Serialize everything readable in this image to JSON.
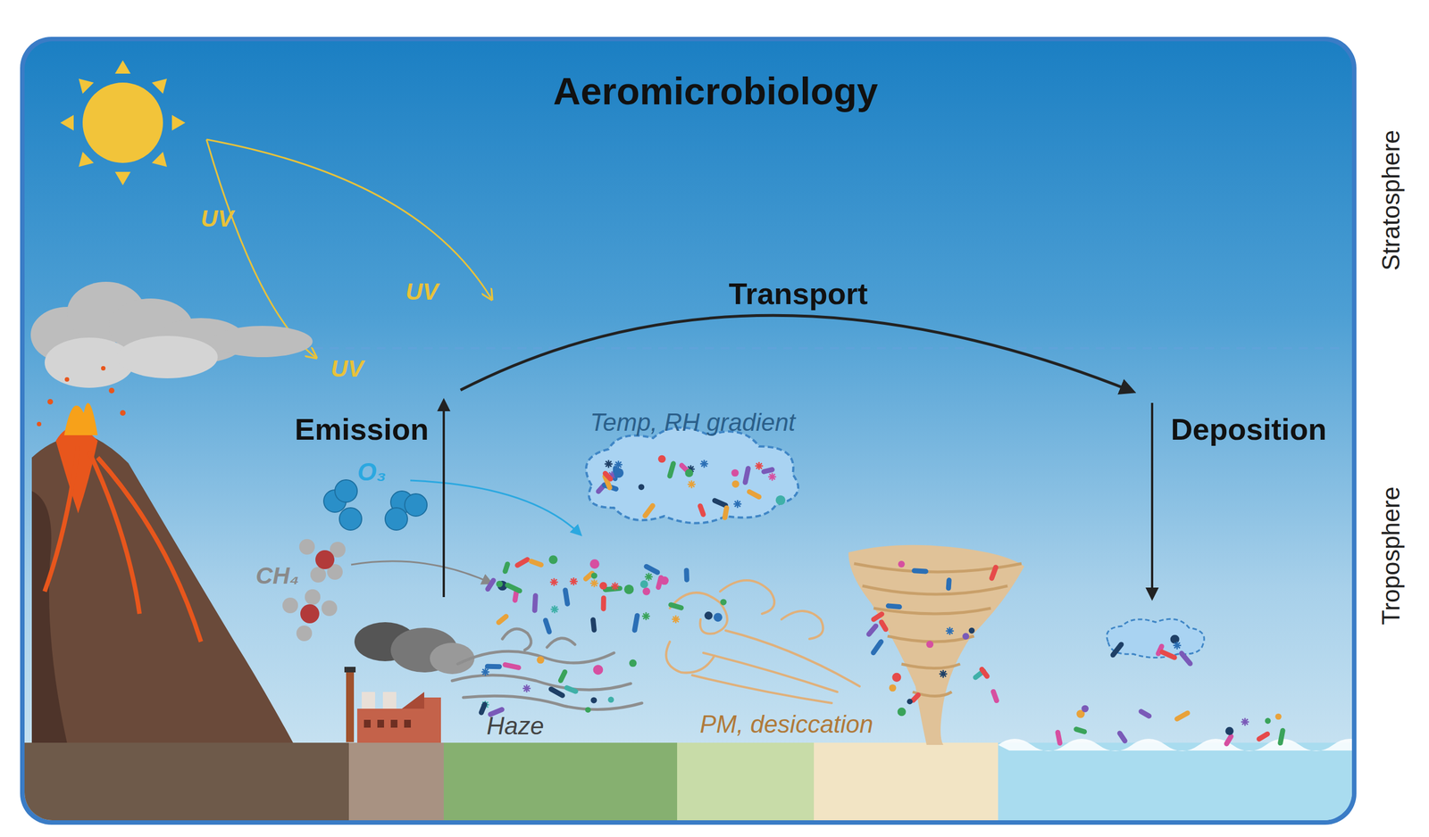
{
  "diagram": {
    "title": "Aeromicrobiology",
    "labels": [
      "UV",
      "UV",
      "UV",
      "Transport",
      "Emission",
      "Temp, RH gradient",
      "O₃",
      "CH₄",
      "Haze",
      "PM, desiccation",
      "Deposition",
      "Stratosphere",
      "Troposphere"
    ]
  }
}
